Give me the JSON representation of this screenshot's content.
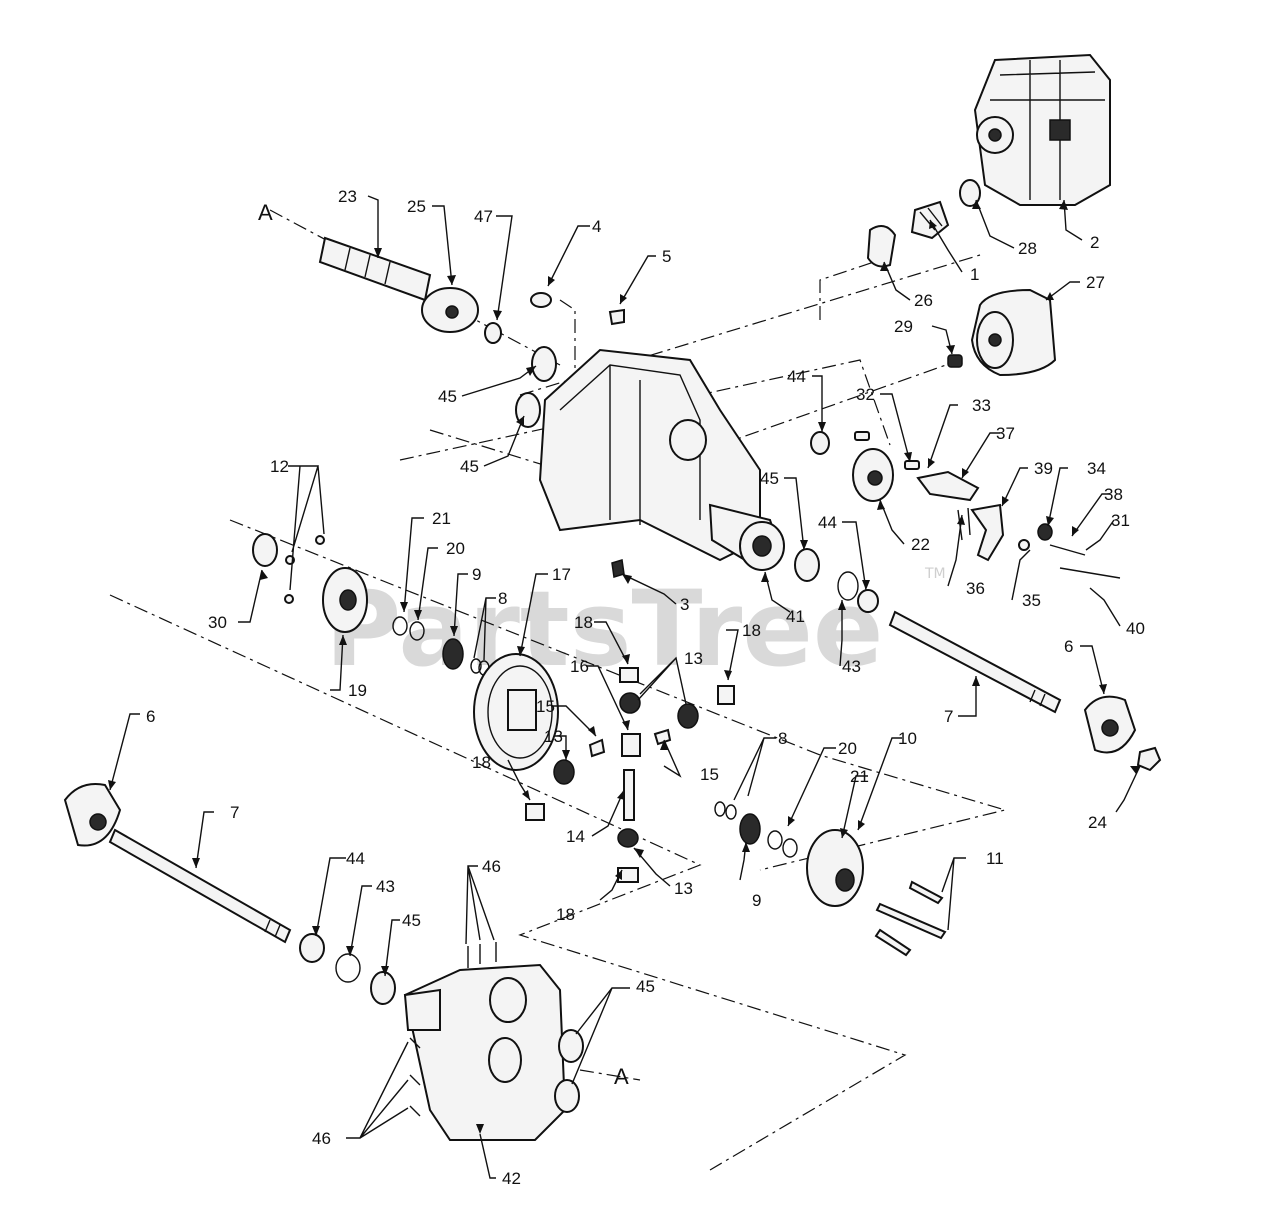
{
  "watermark": {
    "text": "PartsTree",
    "tm": "TM"
  },
  "reference_letters": [
    {
      "id": "a-top",
      "label": "A"
    },
    {
      "id": "a-bottom",
      "label": "A"
    }
  ],
  "callouts": [
    {
      "label": "23"
    },
    {
      "label": "25"
    },
    {
      "label": "47"
    },
    {
      "label": "4"
    },
    {
      "label": "5"
    },
    {
      "label": "1"
    },
    {
      "label": "28"
    },
    {
      "label": "2"
    },
    {
      "label": "26"
    },
    {
      "label": "27"
    },
    {
      "label": "29"
    },
    {
      "label": "45"
    },
    {
      "label": "45"
    },
    {
      "label": "44"
    },
    {
      "label": "32"
    },
    {
      "label": "33"
    },
    {
      "label": "37"
    },
    {
      "label": "39"
    },
    {
      "label": "34"
    },
    {
      "label": "38"
    },
    {
      "label": "31"
    },
    {
      "label": "45"
    },
    {
      "label": "22"
    },
    {
      "label": "36"
    },
    {
      "label": "35"
    },
    {
      "label": "40"
    },
    {
      "label": "44"
    },
    {
      "label": "43"
    },
    {
      "label": "41"
    },
    {
      "label": "12"
    },
    {
      "label": "21"
    },
    {
      "label": "20"
    },
    {
      "label": "9"
    },
    {
      "label": "17"
    },
    {
      "label": "8"
    },
    {
      "label": "3"
    },
    {
      "label": "30"
    },
    {
      "label": "19"
    },
    {
      "label": "18"
    },
    {
      "label": "18"
    },
    {
      "label": "13"
    },
    {
      "label": "16"
    },
    {
      "label": "15"
    },
    {
      "label": "13"
    },
    {
      "label": "15"
    },
    {
      "label": "6"
    },
    {
      "label": "7"
    },
    {
      "label": "8"
    },
    {
      "label": "20"
    },
    {
      "label": "10"
    },
    {
      "label": "21"
    },
    {
      "label": "24"
    },
    {
      "label": "6"
    },
    {
      "label": "7"
    },
    {
      "label": "18"
    },
    {
      "label": "14"
    },
    {
      "label": "9"
    },
    {
      "label": "13"
    },
    {
      "label": "11"
    },
    {
      "label": "44"
    },
    {
      "label": "43"
    },
    {
      "label": "45"
    },
    {
      "label": "46"
    },
    {
      "label": "18"
    },
    {
      "label": "45"
    },
    {
      "label": "46"
    },
    {
      "label": "42"
    }
  ]
}
